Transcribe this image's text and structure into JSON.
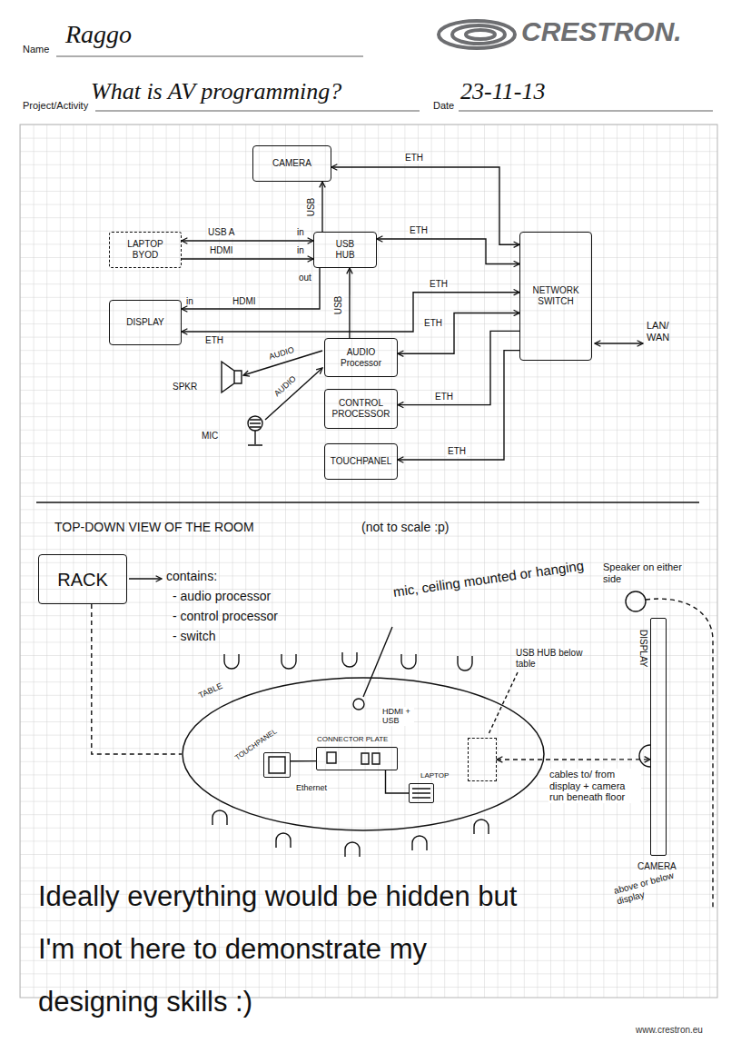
{
  "diagram": {
    "nodes": [
      {
        "text": [
          "CAMERA"
        ]
      },
      {
        "text": [
          "LAPTOP BYOD"
        ]
      },
      {
        "text": [
          "USB HUB"
        ]
      },
      {
        "text": [
          "NETWORK SWITCH"
        ]
      },
      {
        "text": [
          "DISPLAY"
        ]
      },
      {
        "text": [
          "AUDIO Processor"
        ]
      },
      {
        "text": [
          "CONTROL PROCESSOR"
        ]
      },
      {
        "text": [
          "TOUCHPANEL"
        ]
      },
      {
        "text": [
          "RACK"
        ]
      },
      {
        "text": [
          "TABLE"
        ]
      },
      {
        "text": [
          "CONNECTOR PLATE"
        ],
        "in": 9
      },
      {
        "text": [
          "TOUCHPANEL"
        ],
        "in": 9
      },
      {
        "text": [
          "LAPTOP"
        ],
        "in": 9
      },
      {
        "text": [
          "USB HUB below table"
        ],
        "in": 9
      },
      {
        "text": [
          "DISPLAY"
        ]
      }
    ],
    "edges": [
      {
        "from": 3,
        "to": 0,
        "arrow": "both",
        "label": "ETH"
      },
      {
        "from": 2,
        "to": 0,
        "arrow": "to",
        "label": "USB"
      },
      {
        "from": 1,
        "to": 2,
        "arrow": "both",
        "label": "USB A"
      },
      {
        "from": 1,
        "to": 2,
        "arrow": "to",
        "label": "HDMI"
      },
      {
        "from": 2,
        "to": 3,
        "arrow": "both",
        "label": "ETH"
      },
      {
        "from": 2,
        "to": 4,
        "arrow": "to",
        "label": "HDMI"
      },
      {
        "from": 4,
        "to": 3,
        "arrow": "both",
        "label": "ETH"
      },
      {
        "from": 5,
        "to": 2,
        "arrow": "to",
        "label": "USB"
      },
      {
        "from": 5,
        "to": 3,
        "arrow": "both",
        "label": "ETH"
      },
      {
        "from": 3,
        "to": 6,
        "arrow": "to",
        "label": "ETH"
      },
      {
        "from": 3,
        "to": 7,
        "arrow": "to",
        "label": "ETH"
      },
      {
        "from": 8,
        "to": 9,
        "arrow": "none"
      },
      {
        "from": 10,
        "to": 11,
        "arrow": "none",
        "label": "Ethernet"
      },
      {
        "from": 10,
        "to": 12,
        "arrow": "none",
        "label": "HDMI + USB"
      },
      {
        "from": 13,
        "to": 14,
        "arrow": "both",
        "label": "cables to/ from display + camera run beneath floor"
      }
    ],
    "labels": [
      "Name",
      "Raggo",
      "Project/Activity",
      "What is AV programming?",
      "Date",
      "23-11-13",
      "CRESTRON.",
      "in",
      "in",
      "out",
      "in",
      "ETH",
      "SPKR",
      "AUDIO",
      "AUDIO",
      "MIC",
      "LAN/ WAN",
      "TOP-DOWN VIEW OF THE ROOM",
      "(not to scale :p)",
      "contains:",
      "- audio processor",
      "- control processor",
      "- switch",
      "mic, ceiling mounted or hanging",
      "Speaker on either side",
      "CAMERA",
      "above or below display",
      "Ideally everything would be hidden but I'm not here to demonstrate my designing skills :)",
      "www.crestron.eu"
    ]
  }
}
